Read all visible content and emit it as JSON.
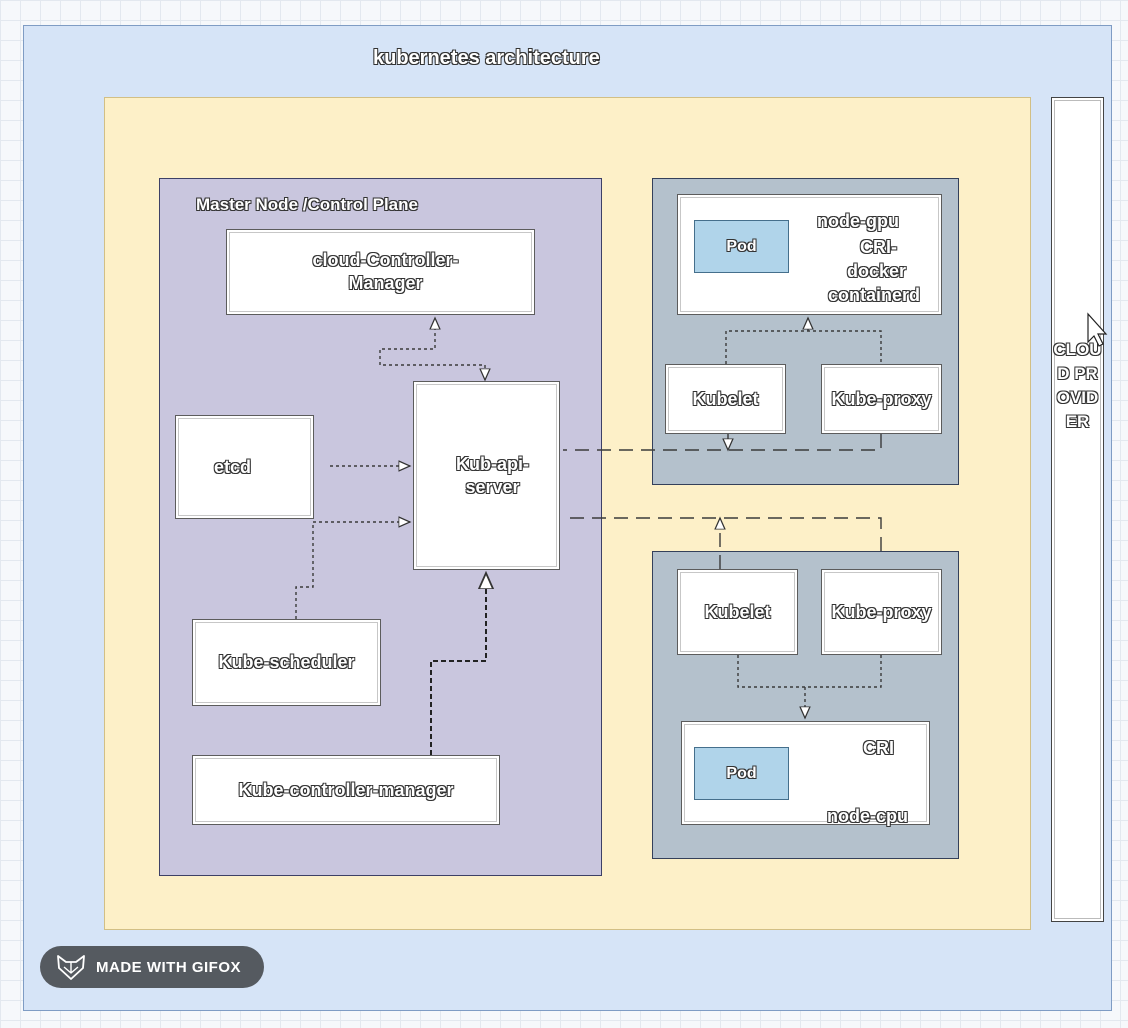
{
  "diagram": {
    "title": "kubernetes architecture",
    "master": {
      "label": "Master Node /Control Plane",
      "cloud_controller": "cloud-Controller-Manager",
      "etcd": "etcd",
      "api_server": "Kub-api-server",
      "scheduler": "Kube-scheduler",
      "controller_manager": "Kube-controller-manager"
    },
    "worker_gpu": {
      "node_label": "node-gpu",
      "cri_label": "CRI-",
      "runtime_1": "docker",
      "runtime_2": "containerd",
      "pod": "Pod",
      "kubelet": "Kubelet",
      "kube_proxy": "Kube-proxy"
    },
    "worker_cpu": {
      "kubelet": "Kubelet",
      "kube_proxy": "Kube-proxy",
      "cri_label": "CRI",
      "pod": "Pod",
      "node_label": "node-cpu"
    },
    "cloud_provider": "CLOUD PROVIDER"
  },
  "badge": {
    "text": "MADE WITH GIFOX",
    "icon": "gifox-fox-icon"
  },
  "colors": {
    "outer": "#d6e4f7",
    "cluster": "#fdf0c8",
    "master": "#c9c6de",
    "worker": "#b4c1cc",
    "pod": "#b0d4ea"
  }
}
